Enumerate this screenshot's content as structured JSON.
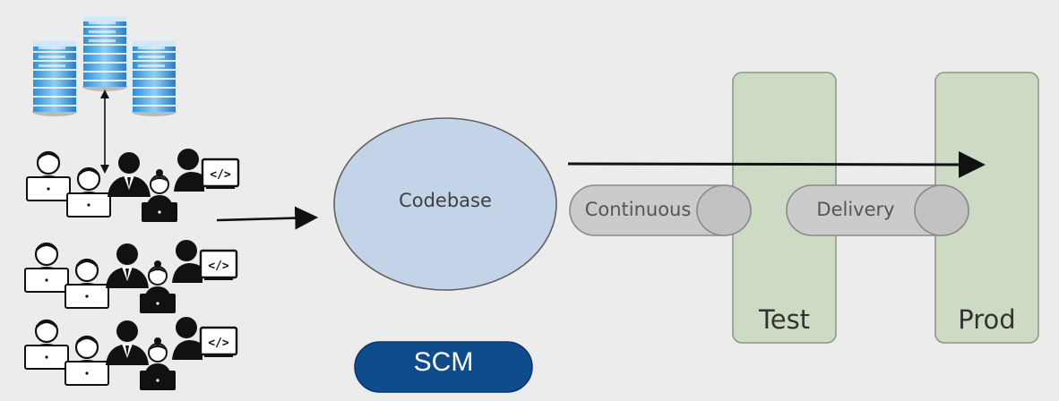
{
  "labels": {
    "codebase": "Codebase",
    "continuous": "Continuous",
    "delivery": "Delivery",
    "test": "Test",
    "prod": "Prod",
    "scm": "SCM"
  },
  "icons": {
    "servers": "database-server-stack-icon",
    "developers": "developer-with-laptop-icon"
  },
  "colors": {
    "background": "#ececec",
    "codebase_fill": "#c3d3e8",
    "codebase_stroke": "#606060",
    "pipe_fill": "#cbcbcb",
    "pipe_stroke": "#8a8a8a",
    "env_fill": "#cddbc4",
    "env_stroke": "#8c9a84",
    "scm_fill": "#0f4c8c",
    "arrow": "#111111"
  }
}
